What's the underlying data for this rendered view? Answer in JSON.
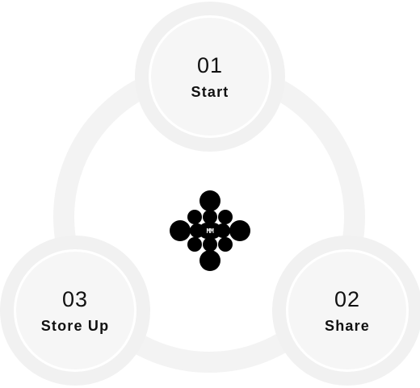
{
  "diagram": {
    "steps": [
      {
        "number": "01",
        "label": "Start"
      },
      {
        "number": "02",
        "label": "Share"
      },
      {
        "number": "03",
        "label": "Store Up"
      }
    ],
    "logo": {
      "icon": "dotted-diamond-logo",
      "monogram": "MM"
    },
    "colors": {
      "ring": "#f3f3f3",
      "node_outer": "#f1f1f1",
      "node_inner": "#f6f6f6",
      "text": "#111111",
      "logo": "#000000"
    }
  }
}
